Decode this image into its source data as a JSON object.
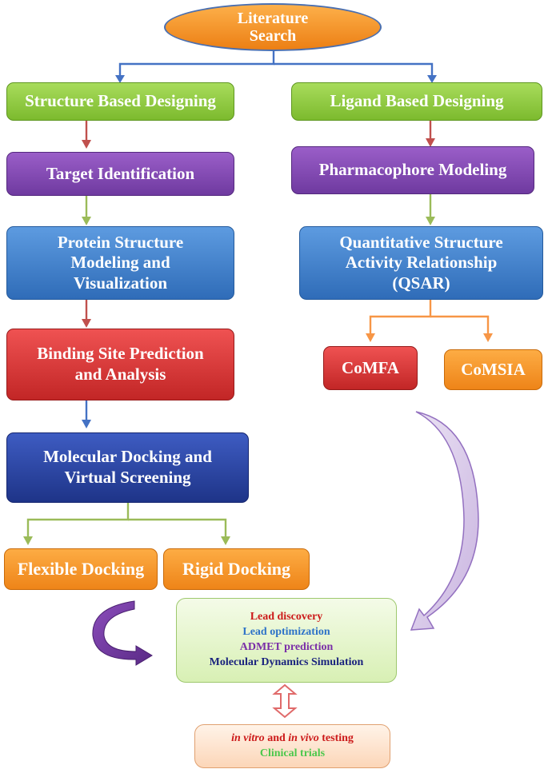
{
  "nodes": {
    "literature": "Literature Search",
    "structure_based": "Structure Based Designing",
    "ligand_based": "Ligand Based Designing",
    "target_id": "Target Identification",
    "pharmacophore": "Pharmacophore Modeling",
    "protein_structure": "Protein Structure Modeling and Visualization",
    "qsar": "Quantitative Structure Activity Relationship (QSAR)",
    "binding_site": "Binding Site Prediction and Analysis",
    "comfa": "CoMFA",
    "comsia": "CoMSIA",
    "docking": "Molecular Docking and Virtual Screening",
    "flexible": "Flexible Docking",
    "rigid": "Rigid Docking"
  },
  "lead_box": {
    "line1": "Lead discovery",
    "line2": "Lead optimization",
    "line3": "ADMET prediction",
    "line4": "Molecular Dynamics Simulation"
  },
  "testing_box": {
    "invitro": "in vitro",
    "and": " and ",
    "invivo": "in vivo",
    "testing": " testing",
    "clinical": "Clinical trials"
  },
  "colors": {
    "green": "#8cc63f",
    "purple": "#7b44ad",
    "blue": "#3d7fcc",
    "red": "#d63030",
    "navy": "#2a3f9e",
    "orange": "#f5921e",
    "connector_blue": "#4472c4",
    "connector_red": "#c0504d",
    "connector_green": "#9bbb59",
    "connector_orange": "#f79646"
  }
}
